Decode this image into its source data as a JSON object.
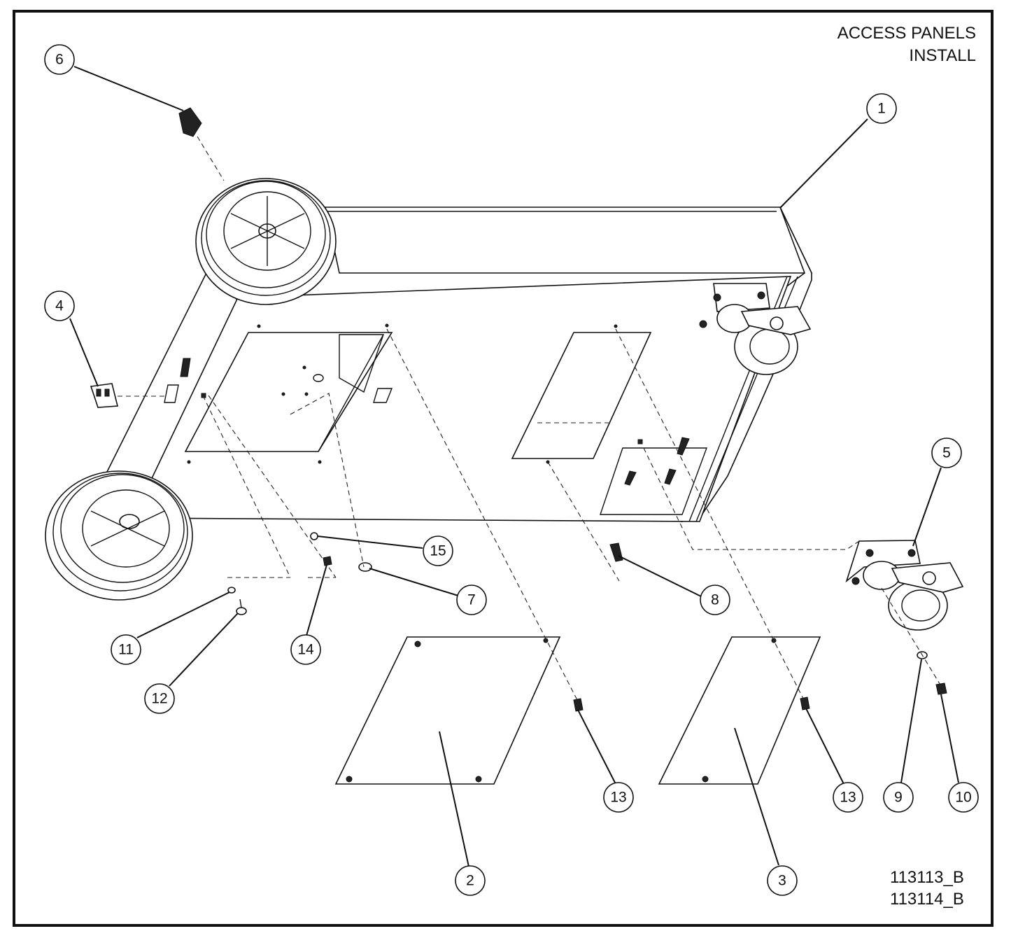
{
  "title": {
    "line1": "ACCESS PANELS",
    "line2": "INSTALL"
  },
  "drawing_numbers": [
    "113113_B",
    "113114_B"
  ],
  "balloons": [
    {
      "id": "balloon-1",
      "label": "1"
    },
    {
      "id": "balloon-2",
      "label": "2"
    },
    {
      "id": "balloon-3",
      "label": "3"
    },
    {
      "id": "balloon-4",
      "label": "4"
    },
    {
      "id": "balloon-5",
      "label": "5"
    },
    {
      "id": "balloon-6",
      "label": "6"
    },
    {
      "id": "balloon-7",
      "label": "7"
    },
    {
      "id": "balloon-8",
      "label": "8"
    },
    {
      "id": "balloon-9",
      "label": "9"
    },
    {
      "id": "balloon-10",
      "label": "10"
    },
    {
      "id": "balloon-11",
      "label": "11"
    },
    {
      "id": "balloon-12",
      "label": "12"
    },
    {
      "id": "balloon-13a",
      "label": "13"
    },
    {
      "id": "balloon-13b",
      "label": "13"
    },
    {
      "id": "balloon-14",
      "label": "14"
    },
    {
      "id": "balloon-15",
      "label": "15"
    }
  ]
}
